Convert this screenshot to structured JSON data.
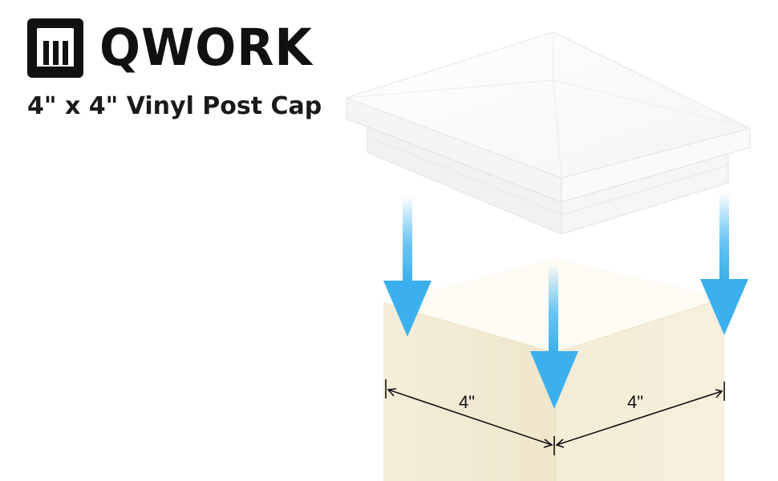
{
  "brand": {
    "name": "QWORK",
    "logo_icon": "qwork-logo-icon"
  },
  "product": {
    "title": "4\" x 4\" Vinyl Post Cap"
  },
  "dimensions": {
    "left_label": "4\"",
    "right_label": "4\""
  },
  "colors": {
    "post": "#f2ebd5",
    "arrow": "#3fb2f0",
    "cap": "#ffffff"
  }
}
